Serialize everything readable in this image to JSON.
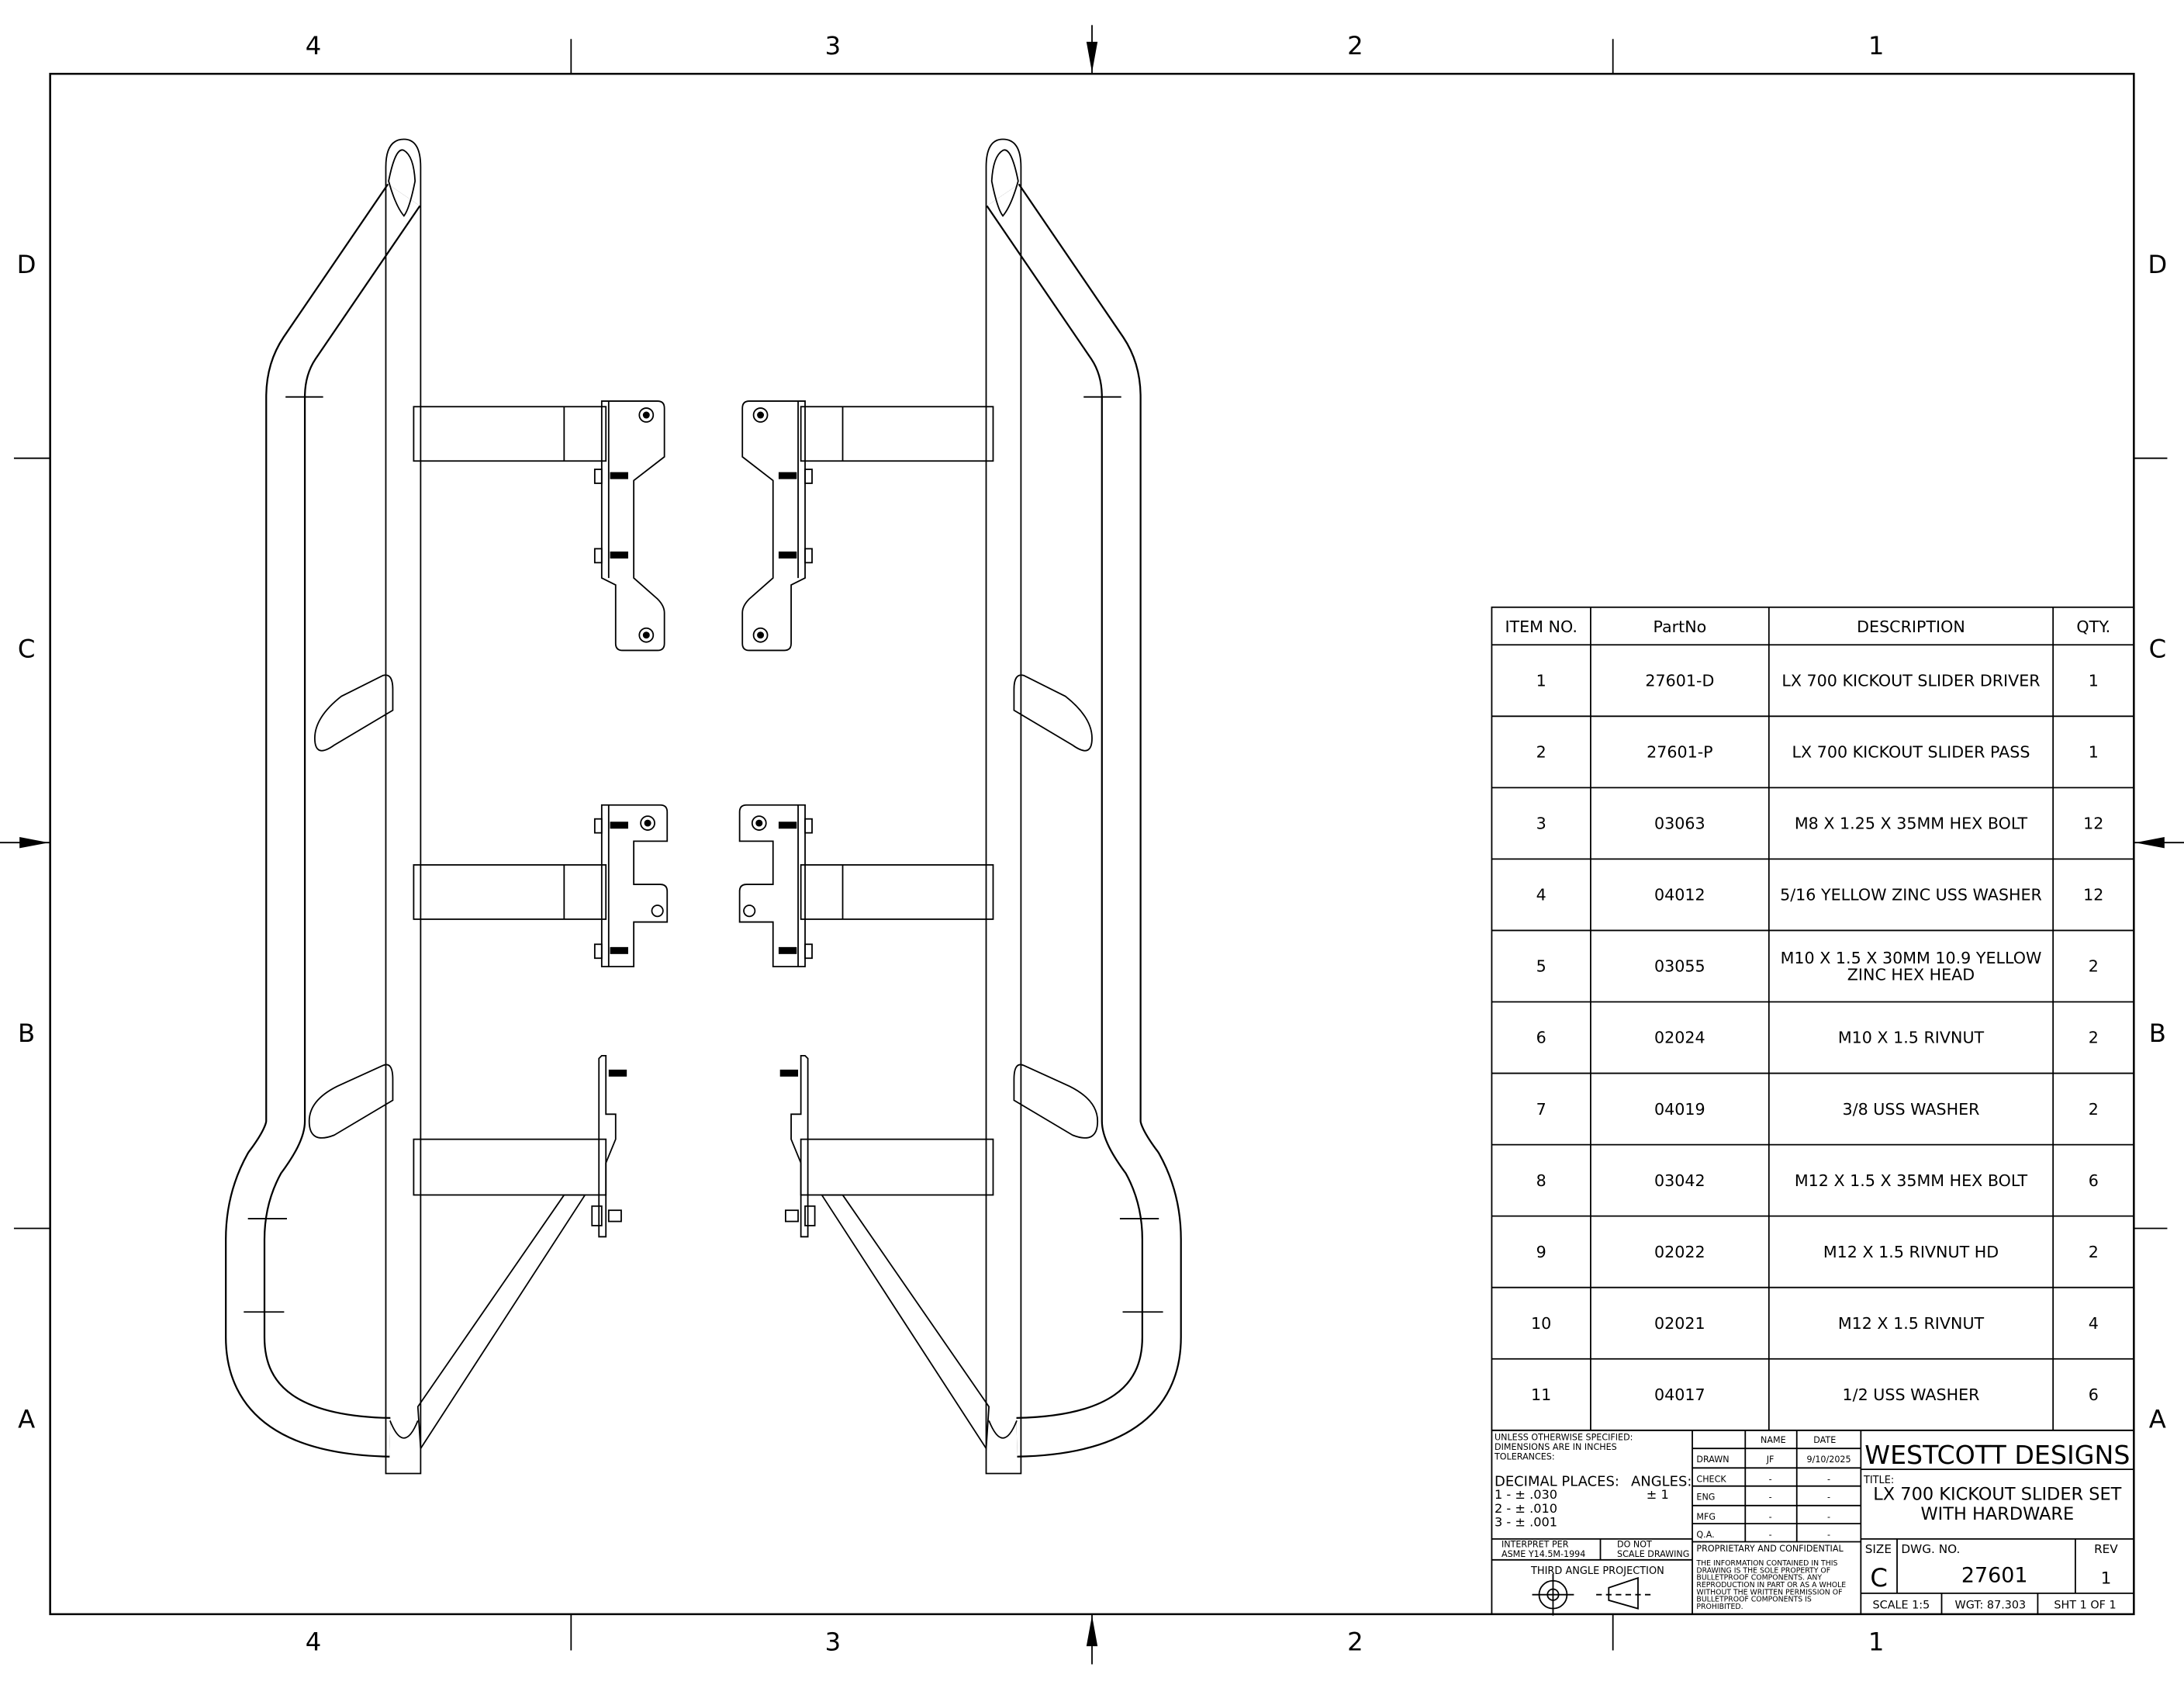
{
  "zones": {
    "columns": [
      "4",
      "3",
      "2",
      "1"
    ],
    "rows": [
      "D",
      "C",
      "B",
      "A"
    ]
  },
  "bom": {
    "headers": [
      "ITEM NO.",
      "PartNo",
      "DESCRIPTION",
      "QTY."
    ],
    "rows": [
      {
        "item": "1",
        "part": "27601-D",
        "desc": [
          "LX 700 KICKOUT SLIDER DRIVER"
        ],
        "qty": "1"
      },
      {
        "item": "2",
        "part": "27601-P",
        "desc": [
          "LX 700 KICKOUT SLIDER PASS"
        ],
        "qty": "1"
      },
      {
        "item": "3",
        "part": "03063",
        "desc": [
          "M8 X 1.25 X 35MM HEX BOLT"
        ],
        "qty": "12"
      },
      {
        "item": "4",
        "part": "04012",
        "desc": [
          "5/16 YELLOW ZINC USS WASHER"
        ],
        "qty": "12"
      },
      {
        "item": "5",
        "part": "03055",
        "desc": [
          "M10 X 1.5 X 30MM 10.9 YELLOW",
          "ZINC HEX HEAD"
        ],
        "qty": "2"
      },
      {
        "item": "6",
        "part": "02024",
        "desc": [
          "M10 X 1.5 RIVNUT"
        ],
        "qty": "2"
      },
      {
        "item": "7",
        "part": "04019",
        "desc": [
          "3/8 USS WASHER"
        ],
        "qty": "2"
      },
      {
        "item": "8",
        "part": "03042",
        "desc": [
          "M12 X 1.5 X 35MM HEX BOLT"
        ],
        "qty": "6"
      },
      {
        "item": "9",
        "part": "02022",
        "desc": [
          "M12 X 1.5 RIVNUT HD"
        ],
        "qty": "2"
      },
      {
        "item": "10",
        "part": "02021",
        "desc": [
          "M12 X 1.5 RIVNUT"
        ],
        "qty": "4"
      },
      {
        "item": "11",
        "part": "04017",
        "desc": [
          "1/2 USS WASHER"
        ],
        "qty": "6"
      }
    ]
  },
  "title_block": {
    "unless": [
      "UNLESS OTHERWISE SPECIFIED:",
      "DIMENSIONS ARE IN INCHES",
      "TOLERANCES:"
    ],
    "decimal_label": "DECIMAL PLACES:",
    "angles_label": "ANGLES:",
    "angles_value": "± 1",
    "decimals": [
      "1 - ± .030",
      "2 - ± .010",
      "3 - ± .001"
    ],
    "interpret": [
      "INTERPRET PER",
      "ASME Y14.5M-1994"
    ],
    "do_not_scale": [
      "DO NOT",
      "SCALE DRAWING"
    ],
    "projection": "THIRD ANGLE PROJECTION",
    "name_header": "NAME",
    "date_header": "DATE",
    "approvals": [
      {
        "role": "DRAWN",
        "name": "JF",
        "date": "9/10/2025"
      },
      {
        "role": "CHECK",
        "name": "-",
        "date": "-"
      },
      {
        "role": "ENG",
        "name": "-",
        "date": "-"
      },
      {
        "role": "MFG",
        "name": "-",
        "date": "-"
      },
      {
        "role": "Q.A.",
        "name": "-",
        "date": "-"
      }
    ],
    "proprietary_title": "PROPRIETARY AND CONFIDENTIAL",
    "proprietary_text": [
      "THE INFORMATION CONTAINED IN THIS",
      "DRAWING IS THE SOLE PROPERTY OF",
      "BULLETPROOF COMPONENTS.  ANY",
      "REPRODUCTION IN PART OR AS A WHOLE",
      "WITHOUT THE WRITTEN PERMISSION OF",
      "BULLETPROOF COMPONENTS IS",
      "PROHIBITED."
    ],
    "company": "WESTCOTT DESIGNS",
    "title_label": "TITLE:",
    "title_lines": [
      "LX 700 KICKOUT SLIDER SET",
      "WITH HARDWARE"
    ],
    "size_label": "SIZE",
    "size": "C",
    "dwg_no_label": "DWG.  NO.",
    "dwg_no": "27601",
    "rev_label": "REV",
    "rev": "1",
    "scale": "SCALE 1:5",
    "weight": "WGT:  87.303",
    "sheet": "SHT  1  OF  1"
  }
}
